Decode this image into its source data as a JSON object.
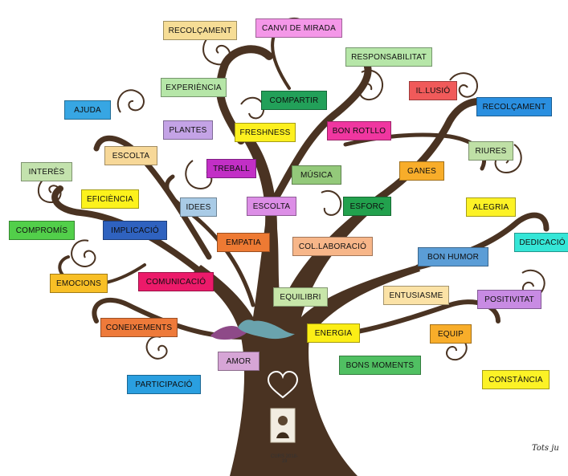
{
  "footer": "CURS 2018-19",
  "logo_text": "Tots ju",
  "labels": [
    {
      "id": "recolcament-top",
      "text": "RECOLÇAMENT",
      "color": "#f6dd96"
    },
    {
      "id": "canvi-de-mirada",
      "text": "CANVI DE MIRADA",
      "color": "#f497e8"
    },
    {
      "id": "responsabilitat",
      "text": "RESPONSABILITAT",
      "color": "#b6e6a8"
    },
    {
      "id": "experiencia",
      "text": "EXPERIÈNCIA",
      "color": "#b6e6a8"
    },
    {
      "id": "compartir",
      "text": "COMPARTIR",
      "color": "#22a059"
    },
    {
      "id": "illusio",
      "text": "IL.LUSIÓ",
      "color": "#f05a5a"
    },
    {
      "id": "ajuda",
      "text": "AJUDA",
      "color": "#37a6e3"
    },
    {
      "id": "recolcament-right",
      "text": "RECOLÇAMENT",
      "color": "#2a8fe0"
    },
    {
      "id": "plantes",
      "text": "PLANTES",
      "color": "#c4a3e6"
    },
    {
      "id": "freshness",
      "text": "FRESHNESS",
      "color": "#fdf01f"
    },
    {
      "id": "bon-rotllo",
      "text": "BON ROTLLO",
      "color": "#f036a0"
    },
    {
      "id": "escolta-left",
      "text": "ESCOLTA",
      "color": "#f7d898"
    },
    {
      "id": "riures",
      "text": "RIURES",
      "color": "#bfe0a6"
    },
    {
      "id": "interes",
      "text": "INTERÈS",
      "color": "#c3e2ad"
    },
    {
      "id": "treball",
      "text": "TREBALL",
      "color": "#c22fc6"
    },
    {
      "id": "musica",
      "text": "MÚSICA",
      "color": "#93c97a"
    },
    {
      "id": "ganes",
      "text": "GANES",
      "color": "#f8ad2a"
    },
    {
      "id": "eficiencia",
      "text": "EFICIÈNCIA",
      "color": "#fcf21c"
    },
    {
      "id": "idees",
      "text": "IDEES",
      "color": "#a9cbe6"
    },
    {
      "id": "escolta-mid",
      "text": "ESCOLTA",
      "color": "#dc8ee6"
    },
    {
      "id": "esforc",
      "text": "ESFORÇ",
      "color": "#22a14d"
    },
    {
      "id": "alegria",
      "text": "ALEGRIA",
      "color": "#fcf226"
    },
    {
      "id": "compromis",
      "text": "COMPROMÍS",
      "color": "#52cf4a"
    },
    {
      "id": "implicacio",
      "text": "IMPLICACIÓ",
      "color": "#2f62bf"
    },
    {
      "id": "empatia",
      "text": "EMPATIA",
      "color": "#ee7a33"
    },
    {
      "id": "col-laboracio",
      "text": "COL.LABORACIÓ",
      "color": "#f7b689"
    },
    {
      "id": "dedicacio",
      "text": "DEDICACIÓ",
      "color": "#35e6d7"
    },
    {
      "id": "bon-humor",
      "text": "BON HUMOR",
      "color": "#5b9dd6"
    },
    {
      "id": "emocions",
      "text": "EMOCIONS",
      "color": "#f8bf26"
    },
    {
      "id": "comunicacio",
      "text": "COMUNICACIÓ",
      "color": "#ec1a6a"
    },
    {
      "id": "equilibri",
      "text": "EQUILIBRI",
      "color": "#c7e6a9"
    },
    {
      "id": "entusiasme",
      "text": "ENTUSIASME",
      "color": "#fbe2a6"
    },
    {
      "id": "positivitat",
      "text": "POSITIVITAT",
      "color": "#c88be3"
    },
    {
      "id": "coneixements",
      "text": "CONEIXEMENTS",
      "color": "#ee7a3a"
    },
    {
      "id": "energia",
      "text": "ENERGIA",
      "color": "#fcee16"
    },
    {
      "id": "equip",
      "text": "EQUIP",
      "color": "#f8ad2a"
    },
    {
      "id": "amor",
      "text": "AMOR",
      "color": "#d6a5d6"
    },
    {
      "id": "bons-moments",
      "text": "BONS MOMENTS",
      "color": "#50c062"
    },
    {
      "id": "participacio",
      "text": "PARTICIPACIÓ",
      "color": "#2a9fe0"
    },
    {
      "id": "constancia",
      "text": "CONSTÀNCIA",
      "color": "#fcf226"
    }
  ]
}
